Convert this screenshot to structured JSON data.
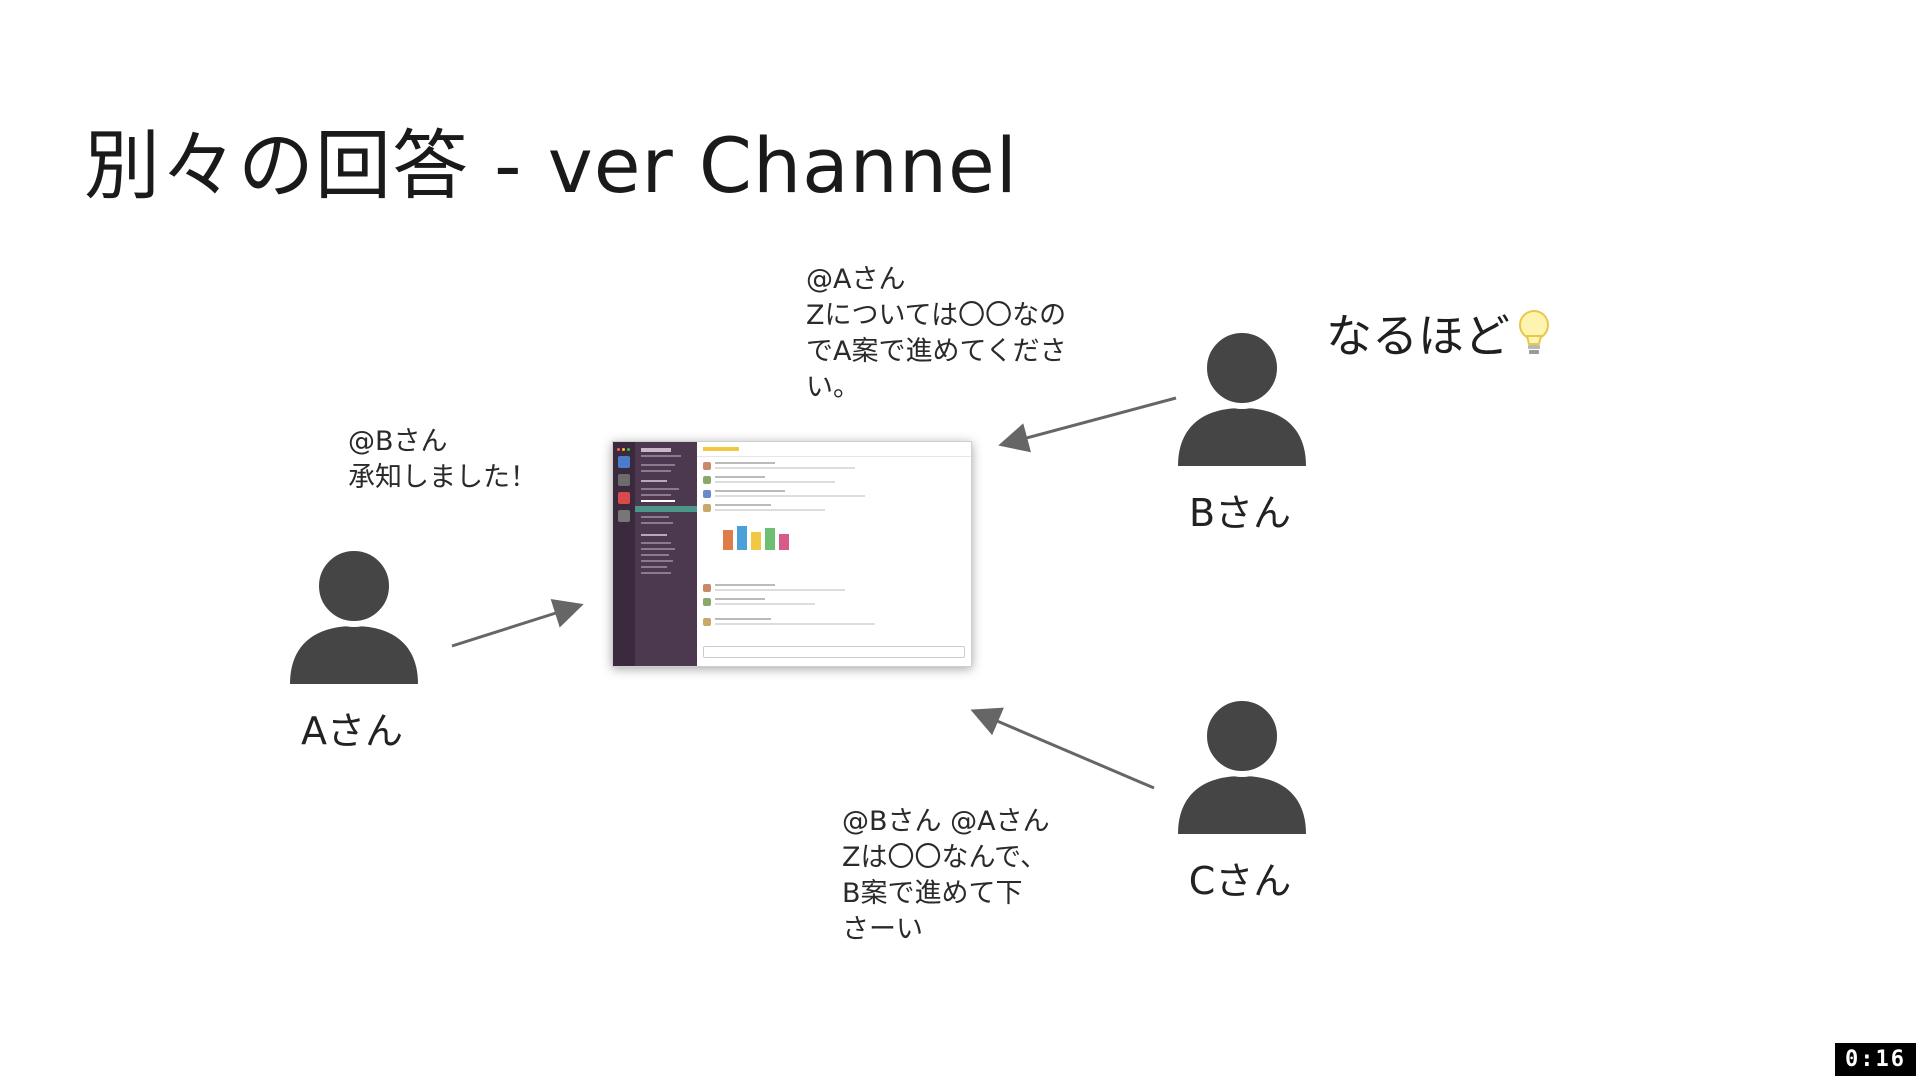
{
  "slide": {
    "title": "別々の回答 - ver Channel"
  },
  "people": {
    "a": {
      "label": "Aさん"
    },
    "b": {
      "label": "Bさん"
    },
    "c": {
      "label": "Cさん"
    }
  },
  "messages": {
    "b_to_a": {
      "lines": [
        "@Aさん",
        "Zについては〇〇なの",
        "でA案で進めてくださ",
        "い。"
      ]
    },
    "a_to_b": {
      "lines": [
        "@Bさん",
        "承知しました！"
      ]
    },
    "c_to_ba": {
      "lines": [
        "@Bさん @Aさん",
        "Zは〇〇なんで、",
        "B案で進めて下",
        "さーい"
      ]
    }
  },
  "reaction": {
    "text": "なるほど",
    "icon": "lightbulb-icon"
  },
  "channel_screenshot": {
    "icon": "chat-app-screenshot"
  },
  "player": {
    "timestamp": "0:16"
  },
  "colors": {
    "person": "#454545",
    "arrow": "#666666",
    "sidebar": "#4d394f"
  }
}
